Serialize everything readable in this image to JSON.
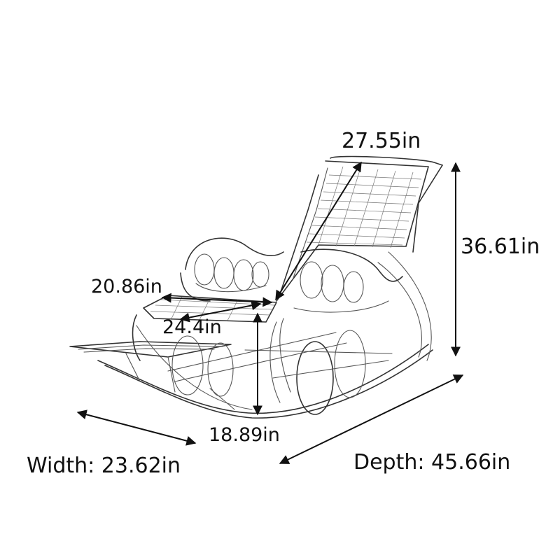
{
  "diagram": {
    "colors": {
      "line": "#111111",
      "frame": "#333333",
      "background": "#ffffff"
    },
    "dimensions": {
      "back_height": "27.55in",
      "total_height": "36.61in",
      "seat_width": "20.86in",
      "seat_depth": "24.4in",
      "seat_height": "18.89in",
      "width": "Width: 23.62in",
      "depth": "Depth: 45.66in"
    }
  }
}
